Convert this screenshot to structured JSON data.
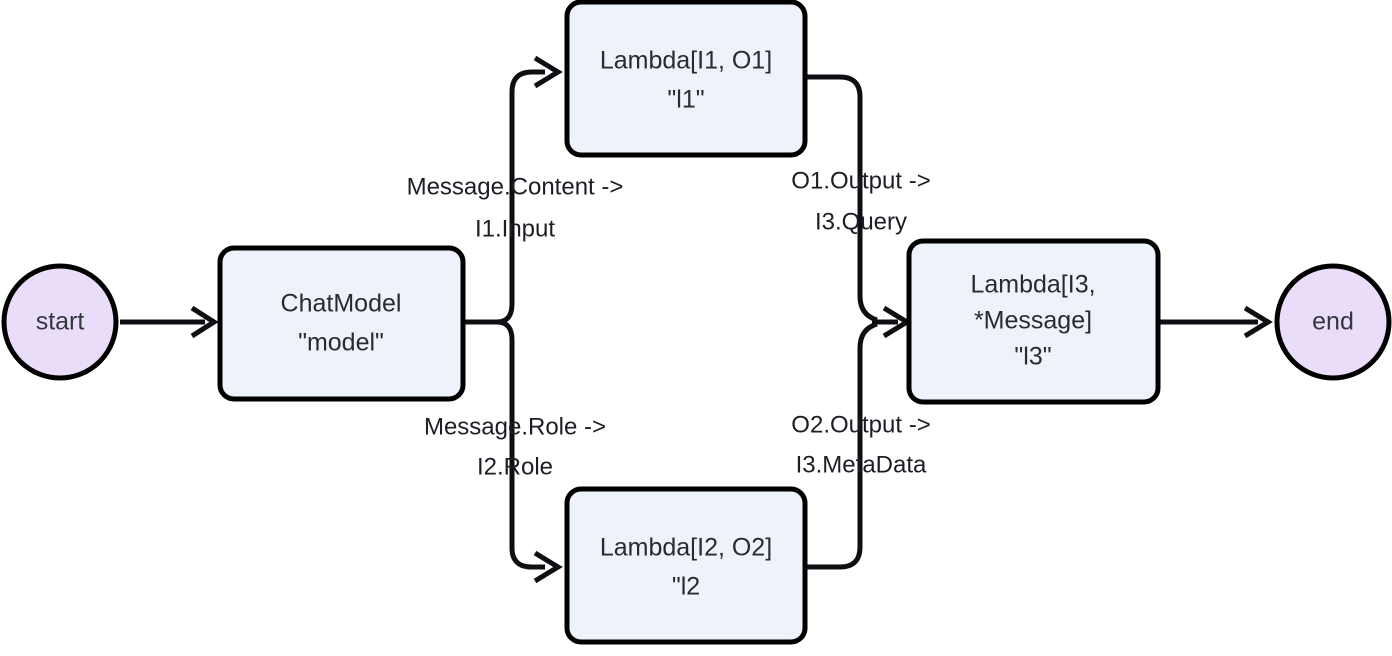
{
  "diagram": {
    "type": "flowchart",
    "direction": "left-to-right",
    "background_color": "#ffffff",
    "colors": {
      "process_fill": "#eef2fb",
      "process_stroke": "#000000",
      "terminal_fill": "#e9ddfa",
      "terminal_stroke": "#000000",
      "edge_stroke": "#0d0f12",
      "text": "#272b33"
    },
    "nodes": [
      {
        "id": "start",
        "shape": "circle",
        "label_lines": [
          "start"
        ],
        "fill": "#e9ddfa"
      },
      {
        "id": "chatmodel",
        "shape": "rounded-rect",
        "label_lines": [
          "ChatModel",
          "\"model\""
        ],
        "fill": "#eef2fb"
      },
      {
        "id": "lambda1",
        "shape": "rounded-rect",
        "label_lines": [
          "Lambda[I1, O1]",
          "\"l1\""
        ],
        "fill": "#eef2fb"
      },
      {
        "id": "lambda2",
        "shape": "rounded-rect",
        "label_lines": [
          "Lambda[I2, O2]",
          "\"l2"
        ],
        "fill": "#eef2fb"
      },
      {
        "id": "lambda3",
        "shape": "rounded-rect",
        "label_lines": [
          "Lambda[I3,",
          "*Message]",
          "\"l3\""
        ],
        "fill": "#eef2fb"
      },
      {
        "id": "end",
        "shape": "circle",
        "label_lines": [
          "end"
        ],
        "fill": "#e9ddfa"
      }
    ],
    "edges": [
      {
        "id": "start-to-chatmodel",
        "from": "start",
        "to": "chatmodel",
        "label_lines": []
      },
      {
        "id": "chatmodel-to-lambda1",
        "from": "chatmodel",
        "to": "lambda1",
        "label_lines": [
          "Message.Content ->",
          "I1.Input"
        ]
      },
      {
        "id": "chatmodel-to-lambda2",
        "from": "chatmodel",
        "to": "lambda2",
        "label_lines": [
          "Message.Role ->",
          "I2.Role"
        ]
      },
      {
        "id": "lambda1-to-lambda3",
        "from": "lambda1",
        "to": "lambda3",
        "label_lines": [
          "O1.Output ->",
          "I3.Query"
        ]
      },
      {
        "id": "lambda2-to-lambda3",
        "from": "lambda2",
        "to": "lambda3",
        "label_lines": [
          "O2.Output ->",
          "I3.MetaData"
        ]
      },
      {
        "id": "lambda3-to-end",
        "from": "lambda3",
        "to": "end",
        "label_lines": []
      }
    ]
  }
}
